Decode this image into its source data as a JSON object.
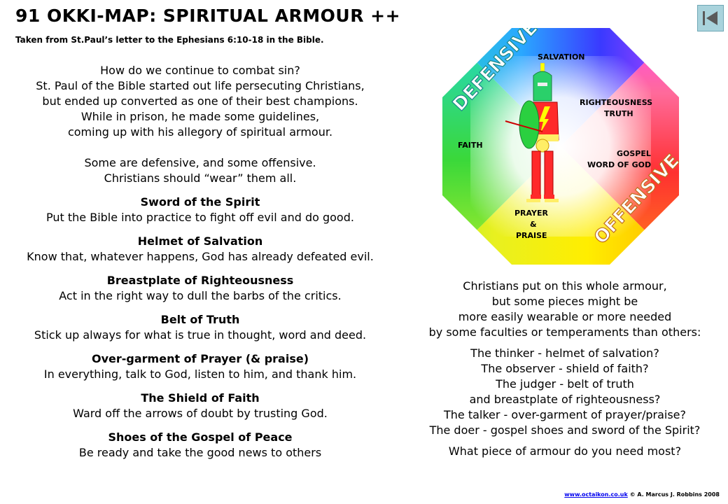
{
  "header": {
    "title": "91 OKKI-MAP: SPIRITUAL ARMOUR ++",
    "subtitle": "Taken from St.Paul’s letter to the Ephesians 6:10-18 in the Bible."
  },
  "nav": {
    "back_icon": "skip-back-icon"
  },
  "intro": {
    "lines": [
      "How do we continue to combat sin?",
      "St. Paul of the Bible started out life persecuting Christians,",
      "but ended up converted as one of their  best champions.",
      "While in prison, he made some guidelines,",
      "coming up with his allegory of spiritual armour."
    ],
    "lines2": [
      "Some are defensive, and some offensive.",
      "Christians should “wear” them all."
    ]
  },
  "armour": [
    {
      "heading": "Sword of the Spirit",
      "text": "Put the Bible into practice to fight off evil and do good."
    },
    {
      "heading": "Helmet of Salvation",
      "text": "Know that, whatever happens, God has already defeated evil."
    },
    {
      "heading": "Breastplate of Righteousness",
      "text": "Act in the right  way to dull the barbs of the critics."
    },
    {
      "heading": "Belt of Truth",
      "text": "Stick up always for what is true in thought,  word and deed."
    },
    {
      "heading": "Over-garment of Prayer (& praise)",
      "text": "In everything,  talk to God, listen to him, and thank him."
    },
    {
      "heading": "The Shield of Faith",
      "text": "Ward off the arrows of doubt by trusting God."
    },
    {
      "heading": "Shoes of the Gospel of Peace",
      "text": "Be ready and take the good news to others"
    }
  ],
  "diagram": {
    "colors": {
      "red": "#ff2a2a",
      "yellow": "#ffff00",
      "green": "#2bd12b",
      "cyan": "#22dddd",
      "blue": "#2a2aff",
      "magenta": "#ff33ff"
    },
    "labels": {
      "salvation": "SALVATION",
      "righteousness": "RIGHTEOUSNESS",
      "truth": "TRUTH",
      "faith": "FAITH",
      "gospel": "GOSPEL",
      "word_of_god": "WORD OF GOD",
      "prayer": "PRAYER",
      "amp": "&",
      "praise": "PRAISE",
      "defensive": "DEFENSIVE",
      "offensive": "OFFENSIVE"
    }
  },
  "temperament": {
    "intro": [
      "Christians  put on this  whole armour,",
      "but some pieces might be",
      "more easily wearable or more needed",
      "by some faculties or temperaments than others:"
    ],
    "list": [
      "The thinker  - helmet of salvation?",
      "The observer - shield of faith?",
      "The judger - belt of truth",
      "and breastplate of righteousness?",
      "The talker - over-garment of prayer/praise?",
      "The doer - gospel shoes and sword of the Spirit?"
    ],
    "question": "What piece of armour do you need most?"
  },
  "footer": {
    "link": "www.octaikon.co.uk",
    "copyright": " © A. Marcus J. Robbins 2008"
  }
}
